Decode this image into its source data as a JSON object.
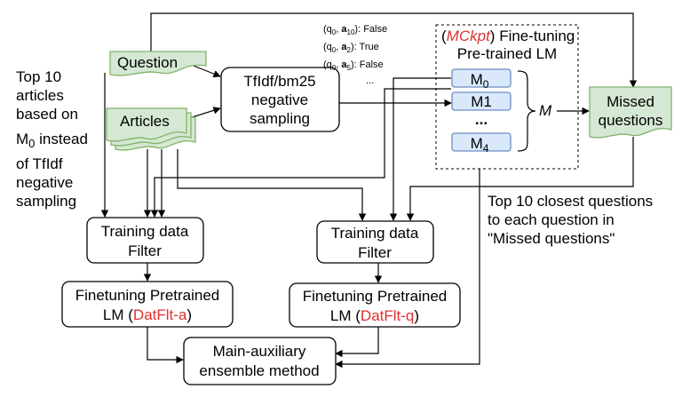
{
  "nodes": {
    "question": "Question",
    "articles": "Articles",
    "tfidf": [
      "TfIdf/bm25",
      "negative",
      "sampling"
    ],
    "mckpt_title_italic": "MCkpt",
    "mckpt_title_rest": " Fine-tuning",
    "mckpt_subtitle": "Pre-trained LM",
    "m0": "M",
    "m0_sub": "0",
    "m1": "M1",
    "dots": "...",
    "m4": "M",
    "m4_sub": "4",
    "ensemble_symbol": "M",
    "missed": [
      "Missed",
      "questions"
    ],
    "filter_a": [
      "Training data",
      "Filter"
    ],
    "filter_q": [
      "Training data",
      "Filter"
    ],
    "finetune_a_line1": "Finetuning Pretrained",
    "finetune_a_prefix": "LM (",
    "finetune_a_red": "DatFlt-a",
    "finetune_a_suffix": ")",
    "finetune_q_line1": "Finetuning Pretrained",
    "finetune_q_prefix": "LM (",
    "finetune_q_red": "DatFlt-q",
    "finetune_q_suffix": ")",
    "main_aux": [
      "Main-auxiliary",
      "ensemble method"
    ]
  },
  "samples": [
    {
      "q": "q",
      "q_sub": "0",
      "a": "a",
      "a_sub": "10",
      "label": "False"
    },
    {
      "q": "q",
      "q_sub": "0",
      "a": "a",
      "a_sub": "2",
      "label": "True"
    },
    {
      "q": "q",
      "q_sub": "0",
      "a": "a",
      "a_sub": "5",
      "label": "False"
    }
  ],
  "samples_more": "...",
  "annotations": {
    "left_note": [
      "Top 10",
      "articles",
      "based on",
      "M",
      "of TfIdf",
      "negative",
      "sampling"
    ],
    "left_note_m0_sub": "0",
    "left_note_m0_rest": " instead",
    "right_note": [
      "Top 10 closest questions",
      "to each question in",
      "\"Missed questions\""
    ]
  },
  "colors": {
    "green_fill": "#d5e8d4",
    "green_stroke": "#82b366",
    "blue_fill": "#dae8fc",
    "blue_stroke": "#6c8ebf",
    "accent_red": "#e03030"
  }
}
